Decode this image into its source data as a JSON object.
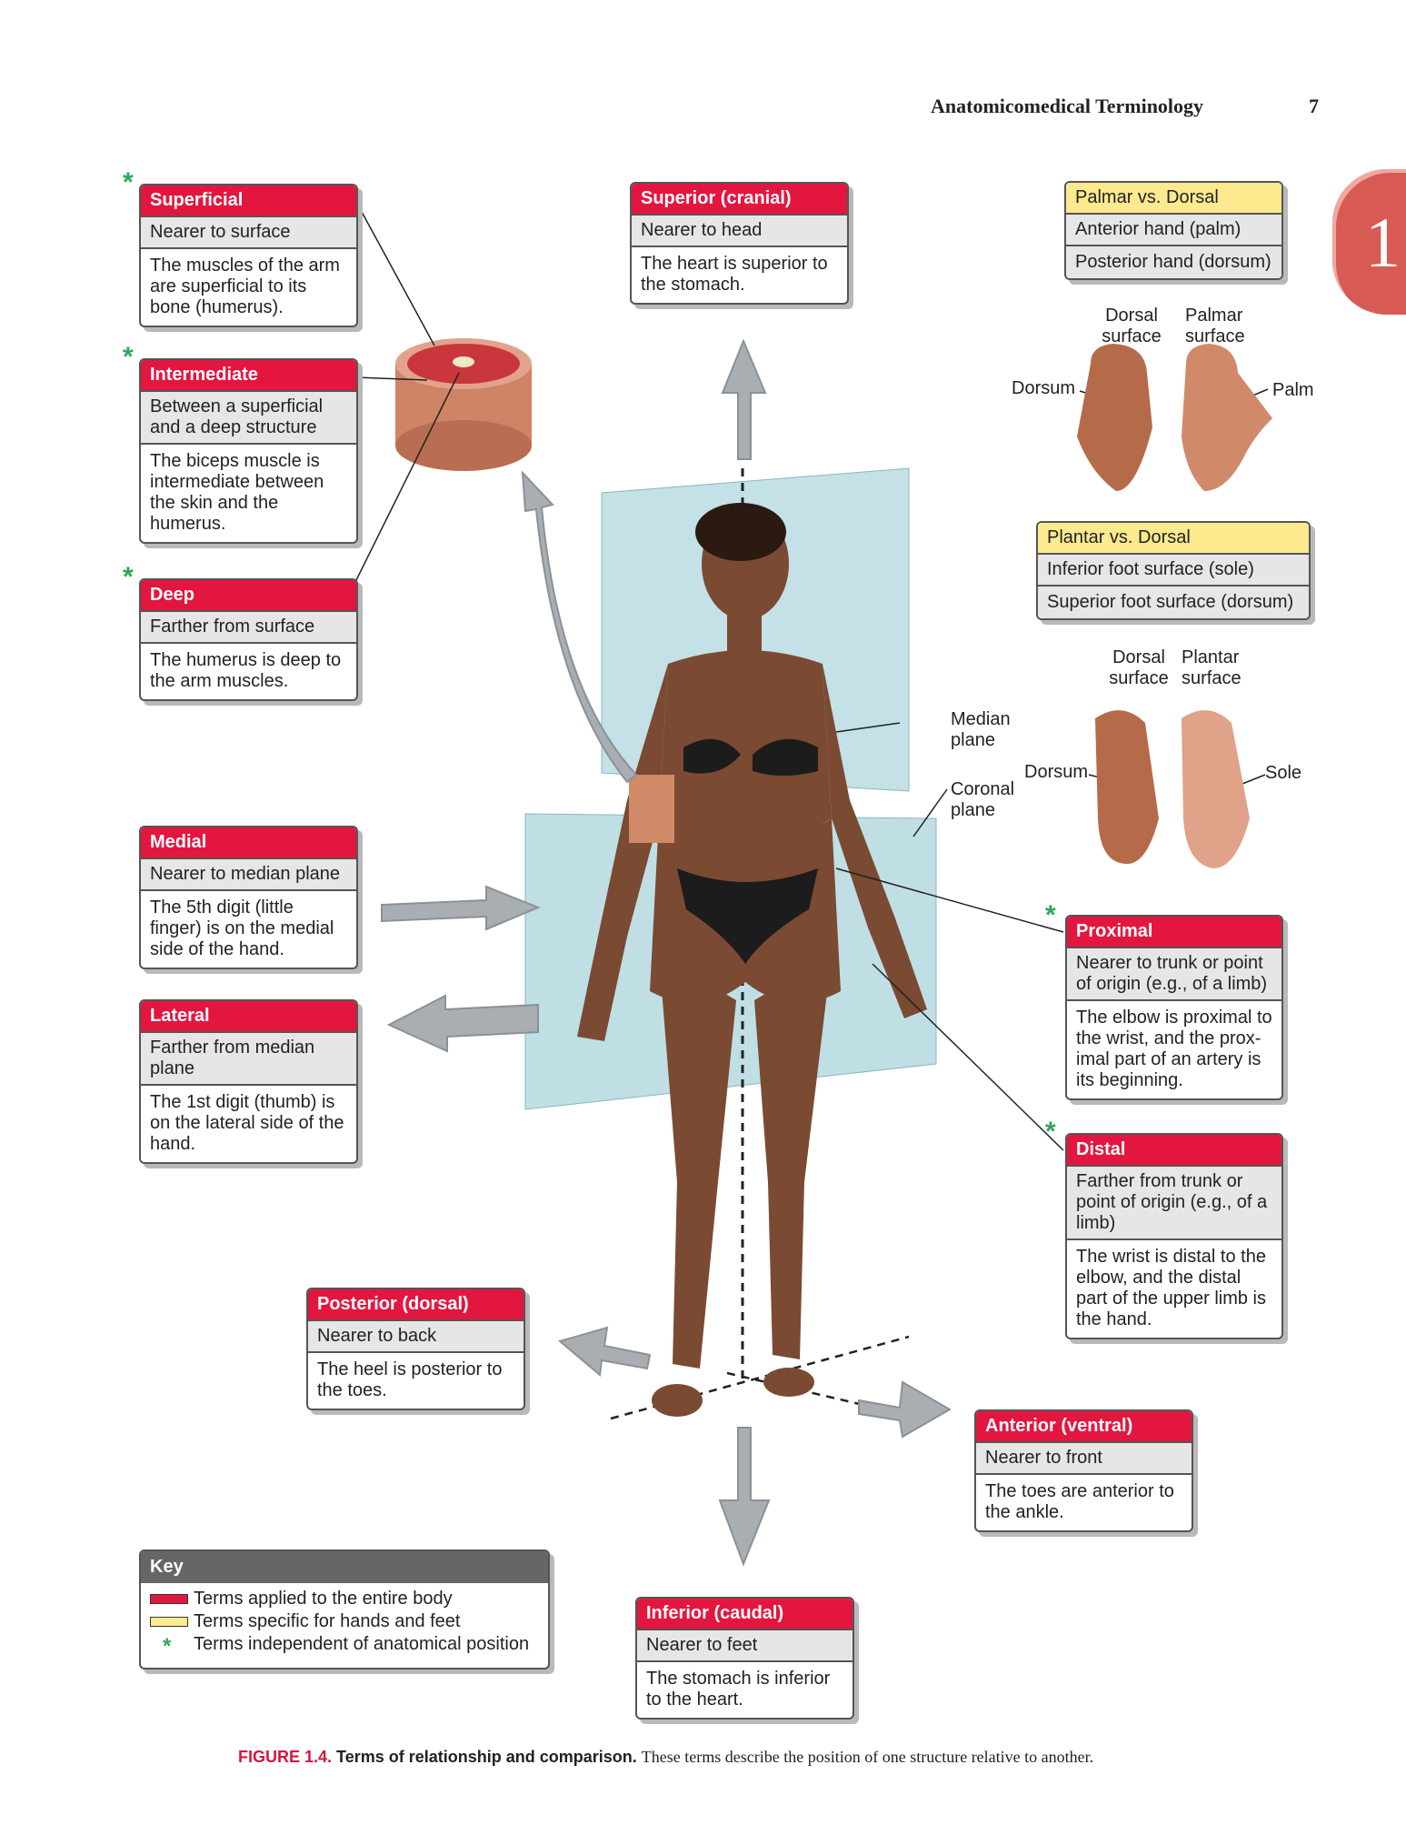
{
  "header": {
    "title": "Anatomicomedical Terminology",
    "page_number": "7",
    "chapter_tab": "1"
  },
  "colors": {
    "body_term": "#e3163f",
    "hand_foot_term": "#fde98e",
    "independent_star": "#2fa65a"
  },
  "boxes": {
    "superficial": {
      "title": "Superficial",
      "definition": "Nearer to surface",
      "example": "The muscles of the arm are superficial to its bone (humerus)."
    },
    "intermediate": {
      "title": "Intermediate",
      "definition": "Between a superficial and a deep structure",
      "example": "The biceps muscle is intermediate between the skin and the humerus."
    },
    "deep": {
      "title": "Deep",
      "definition": "Farther from surface",
      "example": "The humerus is deep to the arm muscles."
    },
    "superior": {
      "title": "Superior (cranial)",
      "definition": "Nearer to head",
      "example": "The heart is superior to the stomach."
    },
    "palmar": {
      "title": "Palmar vs. Dorsal",
      "definition": "Anterior hand (palm)",
      "example": "Posterior hand (dorsum)"
    },
    "plantar": {
      "title": "Plantar vs. Dorsal",
      "definition": "Inferior foot surface (sole)",
      "example": "Superior foot surface (dorsum)"
    },
    "medial": {
      "title": "Medial",
      "definition": "Nearer to median plane",
      "example": "The 5th digit (little finger) is on the medial side of the hand."
    },
    "lateral": {
      "title": "Lateral",
      "definition": "Farther from median plane",
      "example": "The 1st digit (thumb) is on the lateral side of the hand."
    },
    "proximal": {
      "title": "Proximal",
      "definition": "Nearer to trunk or point of origin (e.g., of a limb)",
      "example": "The elbow is proximal to the wrist, and the prox- imal part of an artery is its beginning."
    },
    "distal": {
      "title": "Distal",
      "definition": "Farther from trunk or point of origin (e.g., of a limb)",
      "example": "The wrist is distal to the elbow, and the distal part of the upper limb is the hand."
    },
    "posterior": {
      "title": "Posterior (dorsal)",
      "definition": "Nearer to back",
      "example": "The heel is posterior to the toes."
    },
    "anterior": {
      "title": "Anterior (ventral)",
      "definition": "Nearer to front",
      "example": "The toes are anterior to the ankle."
    },
    "inferior": {
      "title": "Inferior (caudal)",
      "definition": "Nearer to feet",
      "example": "The stomach is inferior to the heart."
    }
  },
  "labels": {
    "dorsal_surface_hand": "Dorsal surface",
    "palmar_surface": "Palmar surface",
    "dorsum_hand": "Dorsum",
    "palm": "Palm",
    "dorsal_surface_foot": "Dorsal surface",
    "plantar_surface": "Plantar surface",
    "dorsum_foot": "Dorsum",
    "sole": "Sole",
    "median_plane": "Median plane",
    "coronal_plane": "Coronal plane"
  },
  "key": {
    "title": "Key",
    "items": [
      {
        "text": "Terms applied to the entire body",
        "swatch": "#e3163f"
      },
      {
        "text": "Terms specific for hands and feet",
        "swatch": "#fde98e"
      },
      {
        "text": "Terms independent of anatomical position",
        "symbol": "*"
      }
    ]
  },
  "star_symbol": "*",
  "caption": {
    "figure": "FIGURE 1.4.",
    "bold": "Terms of relationship and comparison.",
    "text": "These terms describe the position of one structure relative to another."
  }
}
